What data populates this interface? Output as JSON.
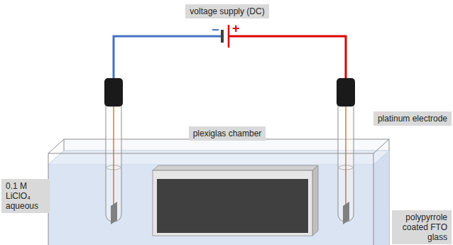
{
  "diagram": {
    "nodes": [
      {
        "text": [
          "voltage supply (DC)"
        ]
      },
      {
        "text": [
          "plexiglas chamber"
        ]
      },
      {
        "text": [
          "platinum electrode"
        ]
      },
      {
        "text": [
          "0.1 M LiClO₄ aqueous"
        ]
      },
      {
        "text": [
          "polypyrrole coated FTO glass"
        ]
      }
    ],
    "labels": [
      "−",
      "+"
    ]
  }
}
